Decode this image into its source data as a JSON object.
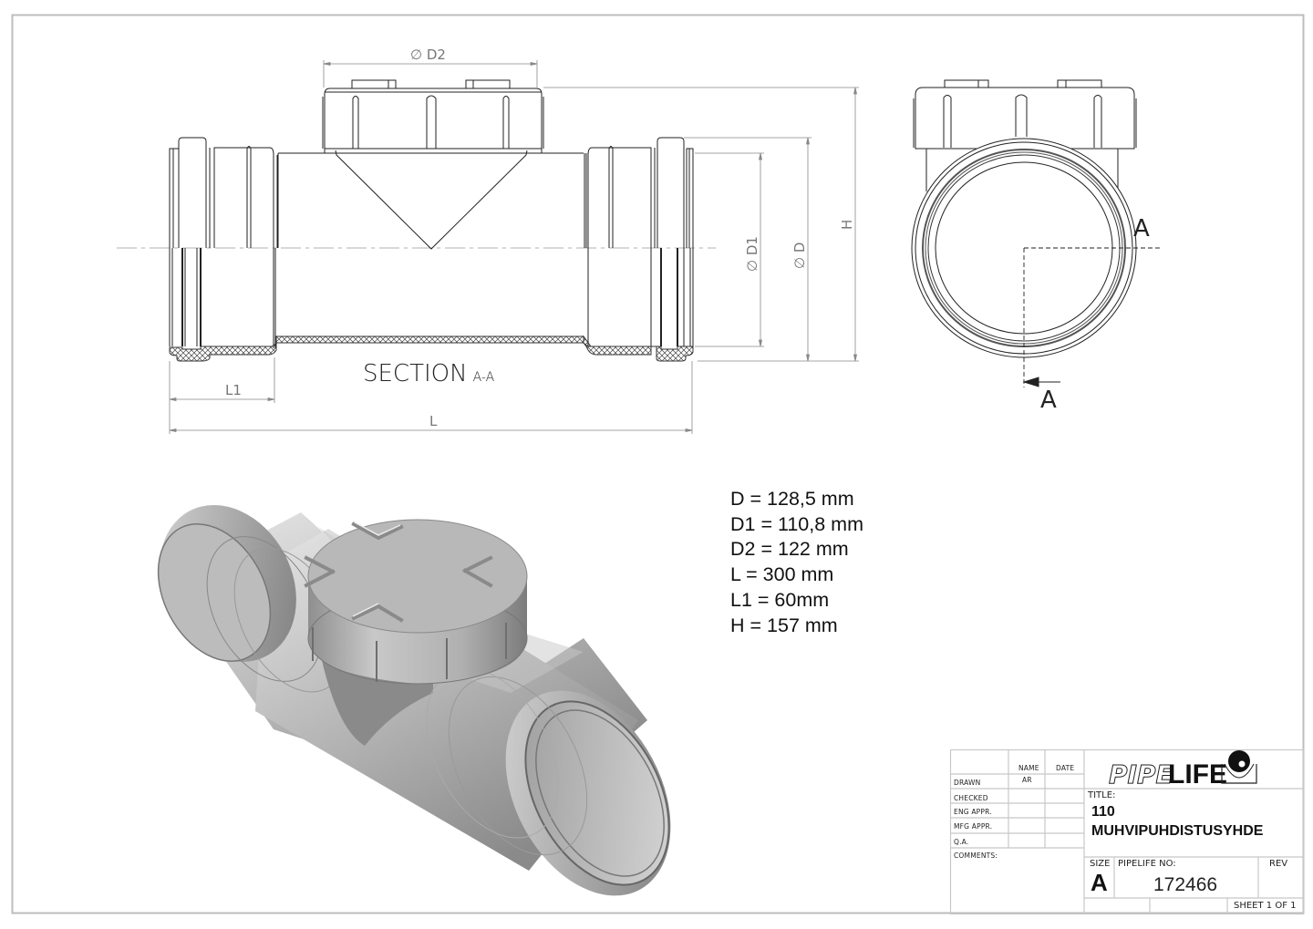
{
  "drawing": {
    "section_view": {
      "label": "SECTION",
      "label_suffix": "A-A",
      "dimensions": {
        "d2": "∅ D2",
        "d1": "∅ D1",
        "d": "∅ D",
        "h": "H",
        "l1": "L1",
        "l": "L"
      }
    },
    "end_view": {
      "section_marker_top": "A",
      "section_marker_bottom": "A"
    },
    "isometric_view": {
      "description": "3D shaded view of tee fitting with screw cap"
    }
  },
  "specs": [
    {
      "text": "D = 128,5 mm"
    },
    {
      "text": "D1 = 110,8 mm"
    },
    {
      "text": "D2 = 122 mm"
    },
    {
      "text": "L = 300 mm"
    },
    {
      "text": "L1 = 60mm"
    },
    {
      "text": "H = 157 mm"
    }
  ],
  "title_block": {
    "headers": {
      "name": "NAME",
      "date": "DATE"
    },
    "rows": [
      {
        "label": "DRAWN",
        "name": "AR",
        "date": ""
      },
      {
        "label": "CHECKED",
        "name": "",
        "date": ""
      },
      {
        "label": "ENG APPR.",
        "name": "",
        "date": ""
      },
      {
        "label": "MFG APPR.",
        "name": "",
        "date": ""
      },
      {
        "label": "Q.A.",
        "name": "",
        "date": ""
      }
    ],
    "comments_label": "COMMENTS:",
    "logo": {
      "outline_part": "PIPE",
      "solid_part": "LIFE"
    },
    "title_label": "TITLE:",
    "title_line1": "110",
    "title_line2": "MUHVIPUHDISTUSYHDE",
    "size_label": "SIZE",
    "size_value": "A",
    "number_label": "PIPELIFE NO:",
    "number_value": "172466",
    "rev_label": "REV",
    "sheet": "SHEET 1 OF 1"
  }
}
